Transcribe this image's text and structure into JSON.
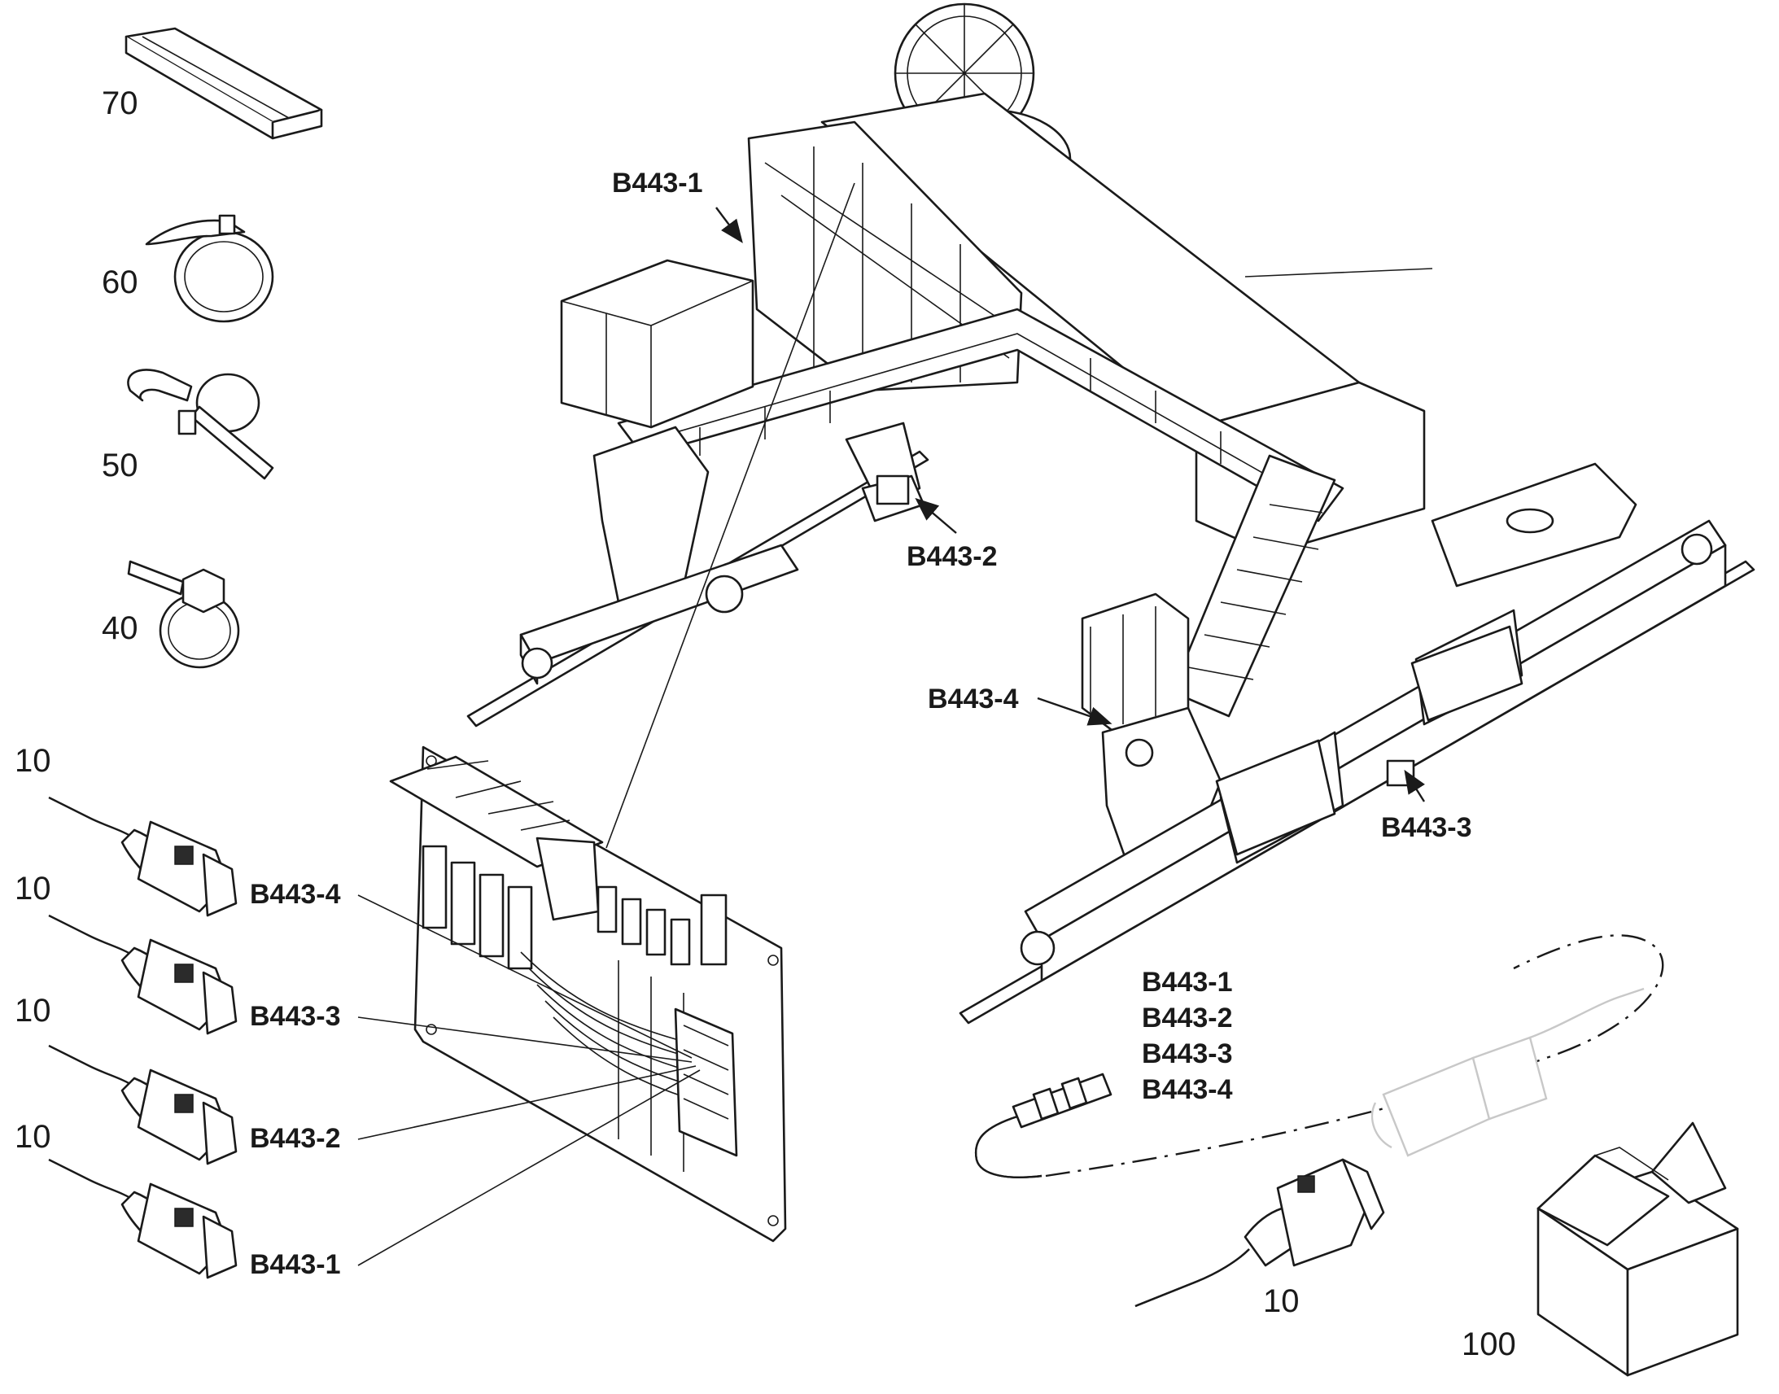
{
  "callouts": {
    "item_70": "70",
    "item_60": "60",
    "item_50": "50",
    "item_40": "40",
    "item_10": "10",
    "item_100": "100"
  },
  "sensor_refs": {
    "b1": "B443-1",
    "b2": "B443-2",
    "b3": "B443-3",
    "b4": "B443-4"
  }
}
